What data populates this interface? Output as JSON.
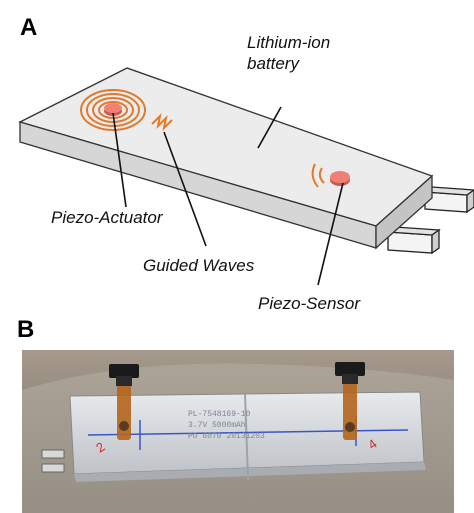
{
  "panelA": {
    "letter": "A",
    "labels": {
      "battery_line1": "Lithium-ion",
      "battery_line2": "battery",
      "actuator": "Piezo-Actuator",
      "waves": "Guided Waves",
      "sensor": "Piezo-Sensor"
    }
  },
  "panelB": {
    "letter": "B",
    "photo_text": {
      "marker_left": "2",
      "marker_right": "4",
      "print_line1": "PL-7548169-10",
      "print_line2": "3.7V 5000mAh",
      "print_line3": "PO 6070 20131203"
    }
  },
  "colors": {
    "battery_top": "#ececec",
    "battery_side": "#cfcfcf",
    "disc": "#f08074",
    "rings": "#e07a2f",
    "photo_bg": "#8a8175",
    "cell_body": "#dcdfe3",
    "blue_line": "#3a55c8",
    "kapton": "#b5651d"
  }
}
